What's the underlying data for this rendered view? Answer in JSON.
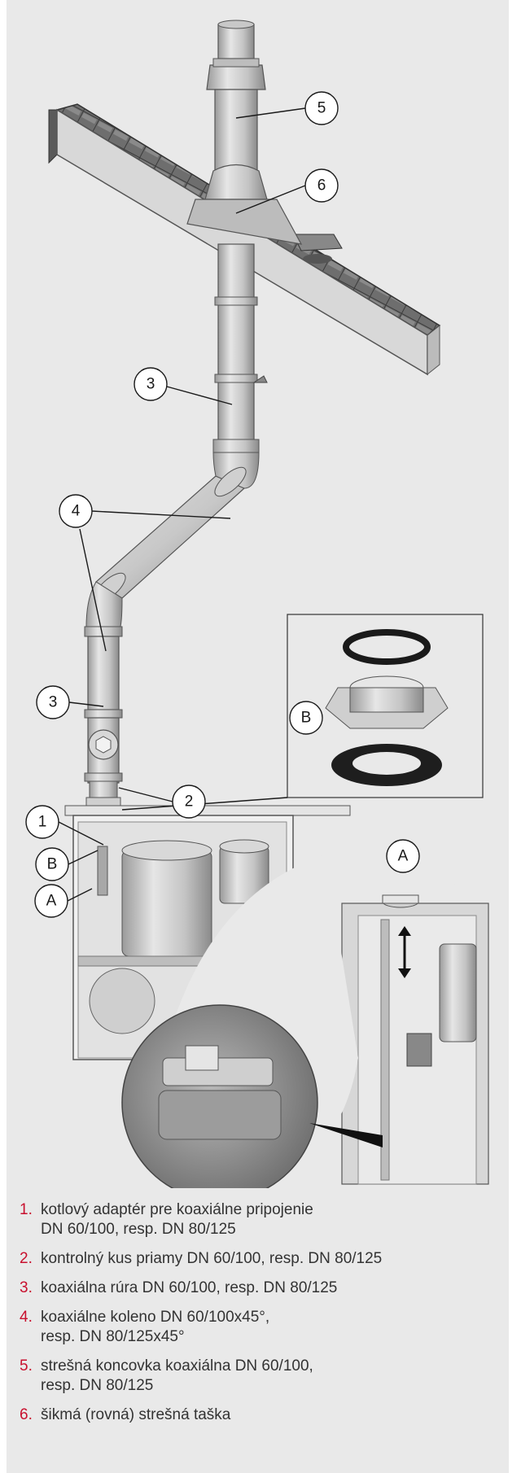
{
  "callouts": {
    "c1": "1",
    "c2": "2",
    "c3": "3",
    "c4": "4",
    "c5": "5",
    "c6": "6",
    "cA": "A",
    "cB": "B"
  },
  "legend": [
    {
      "num": "1.",
      "text": "kotlový adaptér pre koaxiálne pripojenie\nDN 60/100, resp. DN 80/125"
    },
    {
      "num": "2.",
      "text": "kontrolný kus priamy DN 60/100, resp. DN 80/125"
    },
    {
      "num": "3.",
      "text": "koaxiálna rúra DN 60/100, resp. DN 80/125"
    },
    {
      "num": "4.",
      "text": "koaxiálne koleno DN 60/100x45°,\nresp. DN 80/125x45°"
    },
    {
      "num": "5.",
      "text": "strešná koncovka koaxiálna DN 60/100,\nresp. DN 80/125"
    },
    {
      "num": "6.",
      "text": "šikmá (rovná) strešná taška"
    }
  ],
  "colors": {
    "panel": "#e9e9e9",
    "legend_number": "#c8102e",
    "line": "#1a1a1a"
  }
}
